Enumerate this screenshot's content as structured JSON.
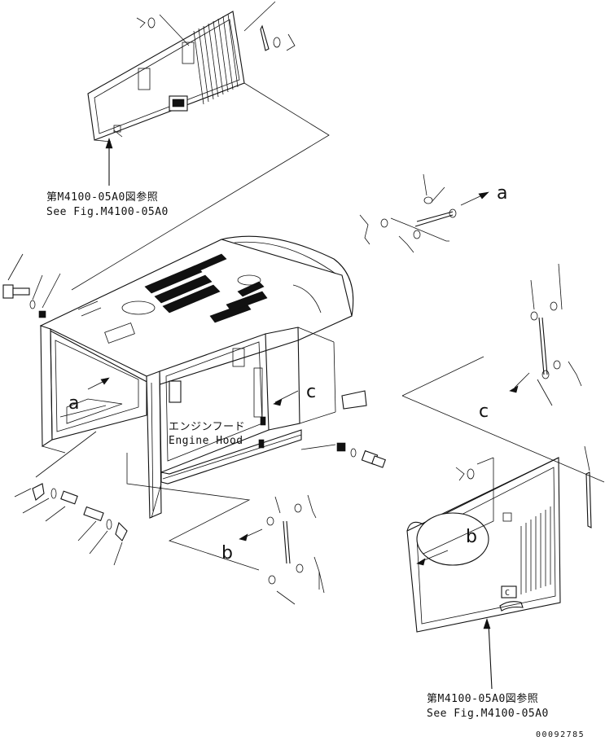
{
  "references": {
    "top": {
      "jp": "第M4100-05A0図参照",
      "en": "See Fig.M4100-05A0"
    },
    "bottom": {
      "jp": "第M4100-05A0図参照",
      "en": "See Fig.M4100-05A0"
    }
  },
  "hood_label": {
    "jp": "エンジンフード",
    "en": "Engine Hood"
  },
  "callouts": {
    "a_left": "a",
    "a_right": "a",
    "b_left": "b",
    "b_right": "b",
    "c_left": "c",
    "c_right": "c"
  },
  "panel_marks": {
    "lower_right_badge": "C"
  },
  "drawing_number": "00092785"
}
